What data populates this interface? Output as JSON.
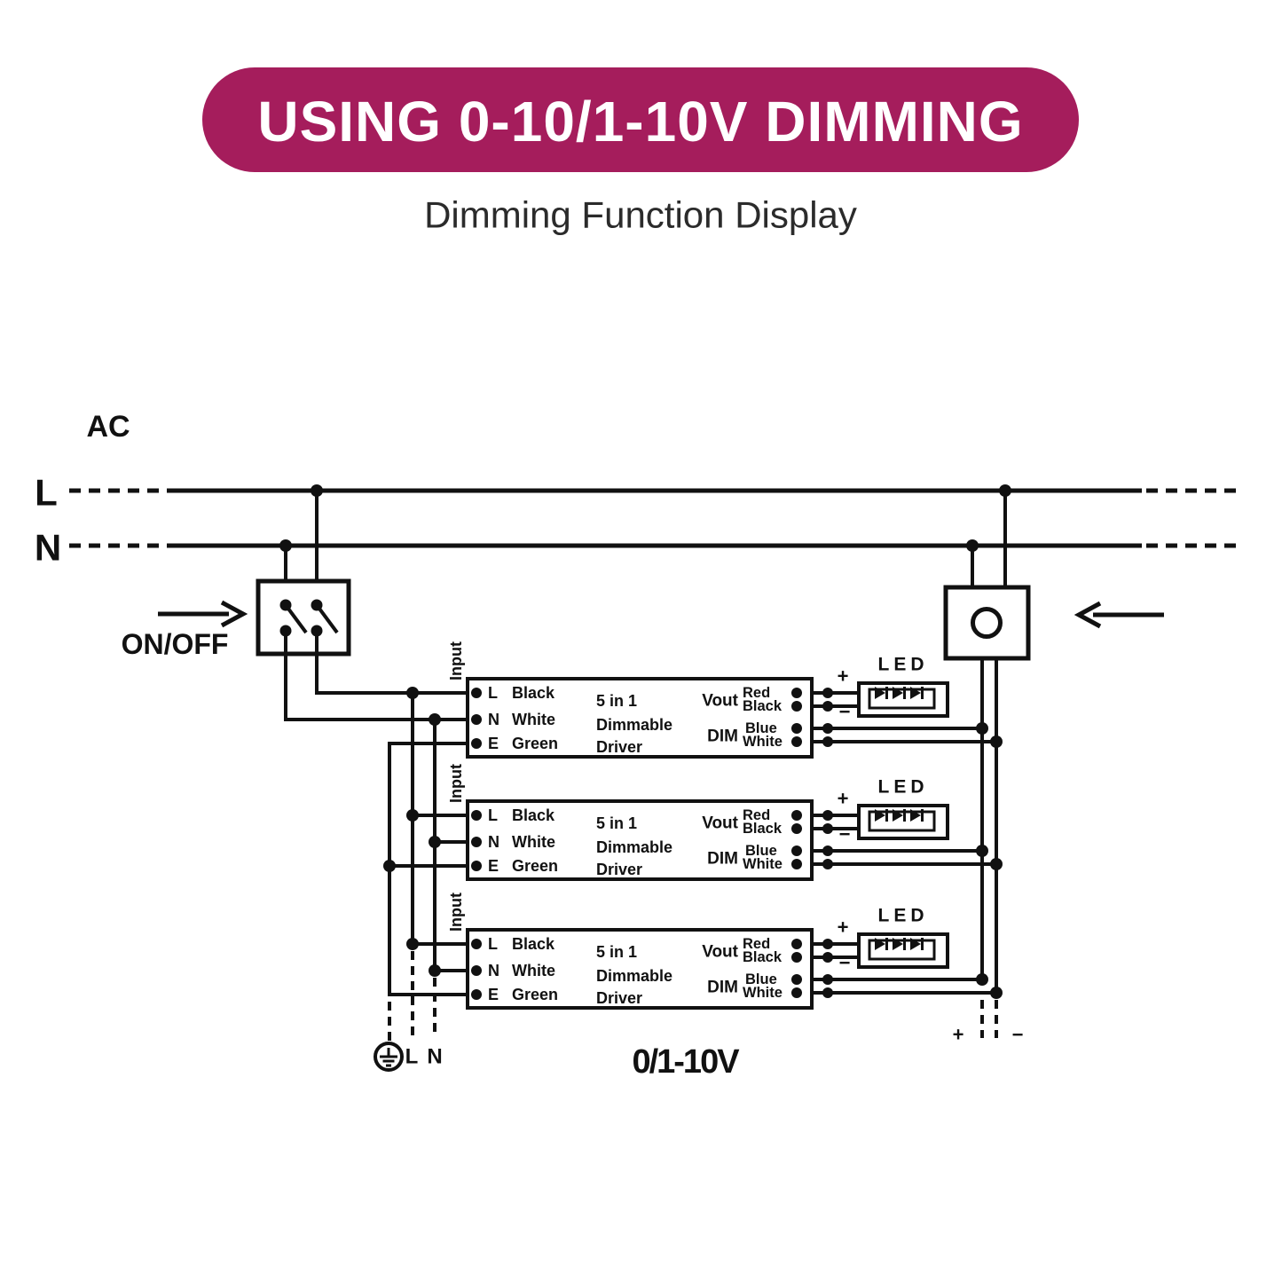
{
  "header": {
    "title": "USING 0-10/1-10V DIMMING",
    "subtitle": "Dimming Function Display"
  },
  "colors": {
    "banner": "#A51D5C",
    "ink": "#111111"
  },
  "mains": {
    "ac": "AC",
    "live": "L",
    "neutral": "N"
  },
  "switch": {
    "label": "ON/OFF"
  },
  "drivers": [
    {
      "input": "Input",
      "in_l": "L",
      "in_l_wire": "Black",
      "in_n": "N",
      "in_n_wire": "White",
      "in_e": "E",
      "in_e_wire": "Green",
      "name1": "5 in 1",
      "name2": "Dimmable",
      "name3": "Driver",
      "vout": "Vout",
      "dim": "DIM",
      "out_red": "Red",
      "out_black": "Black",
      "out_blue": "Blue",
      "out_white": "White",
      "led": "LED",
      "plus": "+",
      "minus": "−"
    },
    {
      "input": "Input",
      "in_l": "L",
      "in_l_wire": "Black",
      "in_n": "N",
      "in_n_wire": "White",
      "in_e": "E",
      "in_e_wire": "Green",
      "name1": "5 in 1",
      "name2": "Dimmable",
      "name3": "Driver",
      "vout": "Vout",
      "dim": "DIM",
      "out_red": "Red",
      "out_black": "Black",
      "out_blue": "Blue",
      "out_white": "White",
      "led": "LED",
      "plus": "+",
      "minus": "−"
    },
    {
      "input": "Input",
      "in_l": "L",
      "in_l_wire": "Black",
      "in_n": "N",
      "in_n_wire": "White",
      "in_e": "E",
      "in_e_wire": "Green",
      "name1": "5 in 1",
      "name2": "Dimmable",
      "name3": "Driver",
      "vout": "Vout",
      "dim": "DIM",
      "out_red": "Red",
      "out_black": "Black",
      "out_blue": "Blue",
      "out_white": "White",
      "led": "LED",
      "plus": "+",
      "minus": "−"
    }
  ],
  "dim_bus": {
    "plus": "+",
    "minus": "−",
    "type": "0/1-10V"
  },
  "ground": {
    "l": "L",
    "n": "N"
  }
}
